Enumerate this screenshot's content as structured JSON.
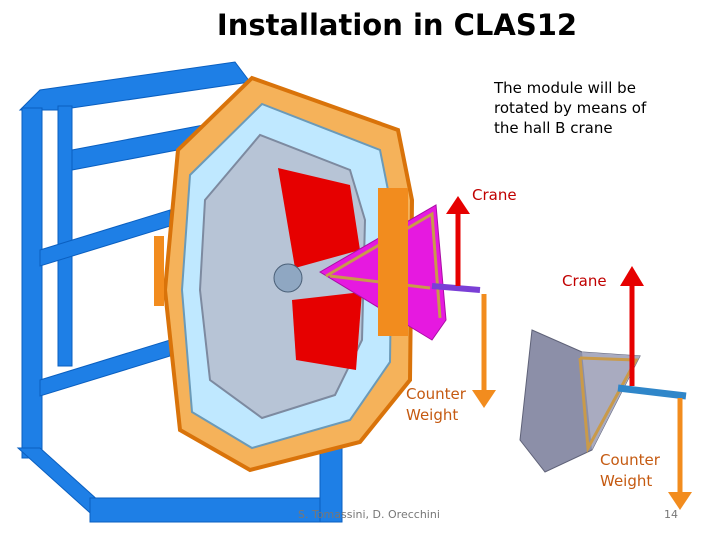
{
  "slide": {
    "title": "Installation in CLAS12",
    "note_lines": [
      "The module will be",
      "rotated by means of",
      "the hall B crane"
    ],
    "labels": {
      "crane_1": "Crane",
      "crane_2": "Crane",
      "counter_weight_1": [
        "Counter",
        "Weight"
      ],
      "counter_weight_2": [
        "Counter",
        "Weight"
      ]
    },
    "footer": {
      "authors": "S. Tomassini, D. Orecchini",
      "page_number": "14"
    }
  },
  "colors": {
    "frame_blue": "#1e7fe6",
    "orange": "#f28c1e",
    "magenta": "#e619e0",
    "red": "#e60000",
    "light_blue": "#bfe8ff",
    "grey_module": "#8c8fa8",
    "crane_red": "#c00000"
  }
}
